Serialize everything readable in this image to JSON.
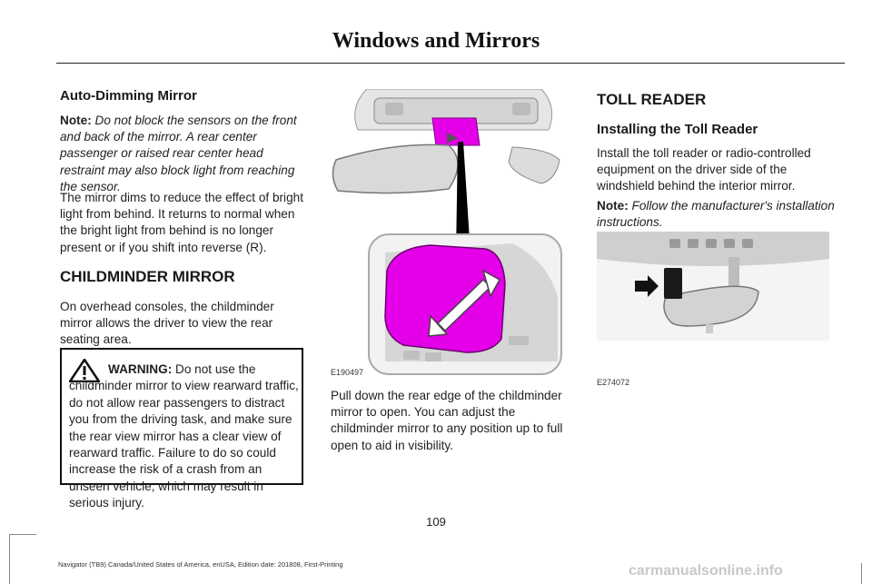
{
  "header": {
    "title": "Windows and Mirrors"
  },
  "col1": {
    "auto_dim_heading": "Auto-Dimming Mirror",
    "note_label": "Note:",
    "note_text": " Do not block the sensors on the front and back of the mirror.  A rear center passenger or raised rear center head restraint may also block light from reaching the sensor.",
    "dims_text": "The mirror dims to reduce the effect of bright light from behind. It returns to normal when the bright light from behind is no longer present or if you shift into reverse (R).",
    "childminder_heading": "CHILDMINDER MIRROR",
    "childminder_text": "On overhead consoles, the childminder mirror allows the driver to view the rear seating area.",
    "warning_label": "WARNING:",
    "warning_text": " Do not use the childminder mirror to view rearward traffic, do not allow rear passengers to distract you from the driving task, and make sure the rear view mirror has a clear view of rearward traffic. Failure to do so could increase the risk of a crash from an unseen vehicle, which may result in serious injury."
  },
  "col2": {
    "figure_code": "E190497",
    "caption": "Pull down the rear edge of the childminder mirror to open. You can adjust the childminder mirror to any position up to full open to aid in visibility."
  },
  "col3": {
    "toll_heading": "TOLL READER",
    "install_heading": "Installing the Toll Reader",
    "install_text": "Install the toll reader or radio-controlled equipment on the driver side of the windshield behind the interior mirror.",
    "note_label": "Note:",
    "note_text": " Follow the manufacturer's installation instructions.",
    "figure_code": "E274072"
  },
  "footer": {
    "page_number": "109",
    "edition": "Navigator (TB9) Canada/United States of America, enUSA, Edition date: 201808, First-Printing",
    "watermark": "carmanualsonline.info"
  },
  "colors": {
    "highlight": "#e400e8",
    "text": "#1f1f1f"
  }
}
